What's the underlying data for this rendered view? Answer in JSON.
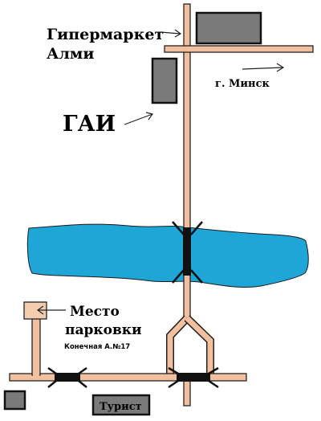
{
  "labels": {
    "hypermarket_line1": "Гипермаркет",
    "hypermarket_line2": "Алми",
    "minsk": "г. Минск",
    "gai": "ГАИ",
    "parking_line1": "Место",
    "parking_line2": "парковки",
    "bus_stop": "Конечная А.№17",
    "tourist": "Турист"
  },
  "colors": {
    "road_fill": "#f2c09f",
    "road_edge": "#222222",
    "river": "#1ea6d6",
    "building": "#7a7a7a",
    "parking_sign": "#f3cdb0"
  }
}
